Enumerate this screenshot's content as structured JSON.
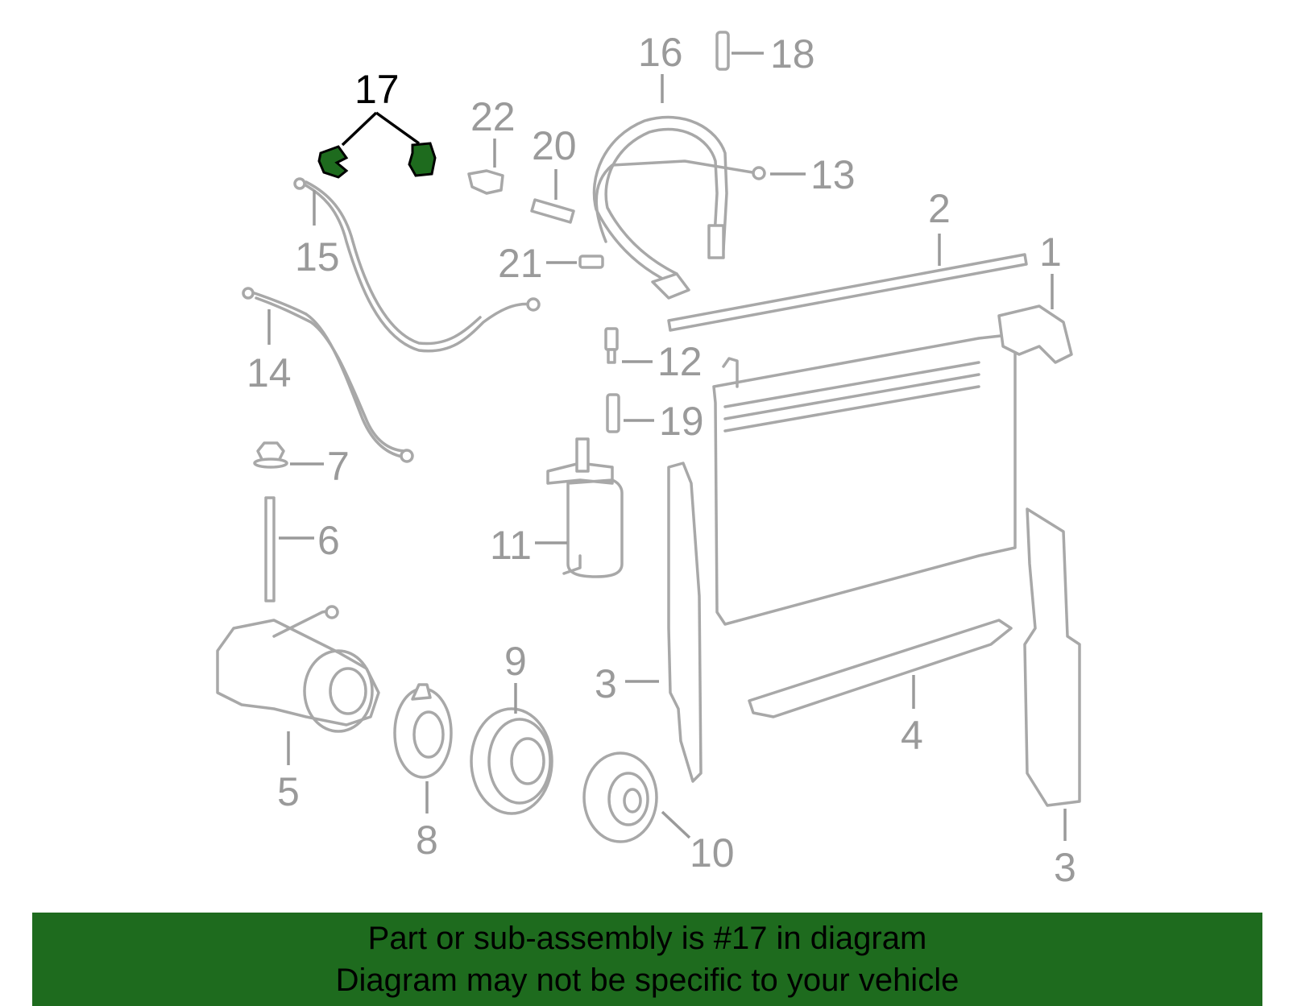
{
  "colors": {
    "part_gray": "#a8a8a8",
    "highlight_green": "#1e6b1e",
    "banner_bg": "#1e6b1e",
    "text_black": "#000000"
  },
  "callouts": {
    "c1": "1",
    "c2": "2",
    "c3a": "3",
    "c3b": "3",
    "c4": "4",
    "c5": "5",
    "c6": "6",
    "c7": "7",
    "c8": "8",
    "c9": "9",
    "c10": "10",
    "c11": "11",
    "c12": "12",
    "c13": "13",
    "c14": "14",
    "c15": "15",
    "c16": "16",
    "c17": "17",
    "c18": "18",
    "c19": "19",
    "c20": "20",
    "c21": "21",
    "c22": "22"
  },
  "banner": {
    "line1": "Part or sub-assembly is #17 in diagram",
    "line2": "Diagram may not be specific to your vehicle"
  }
}
